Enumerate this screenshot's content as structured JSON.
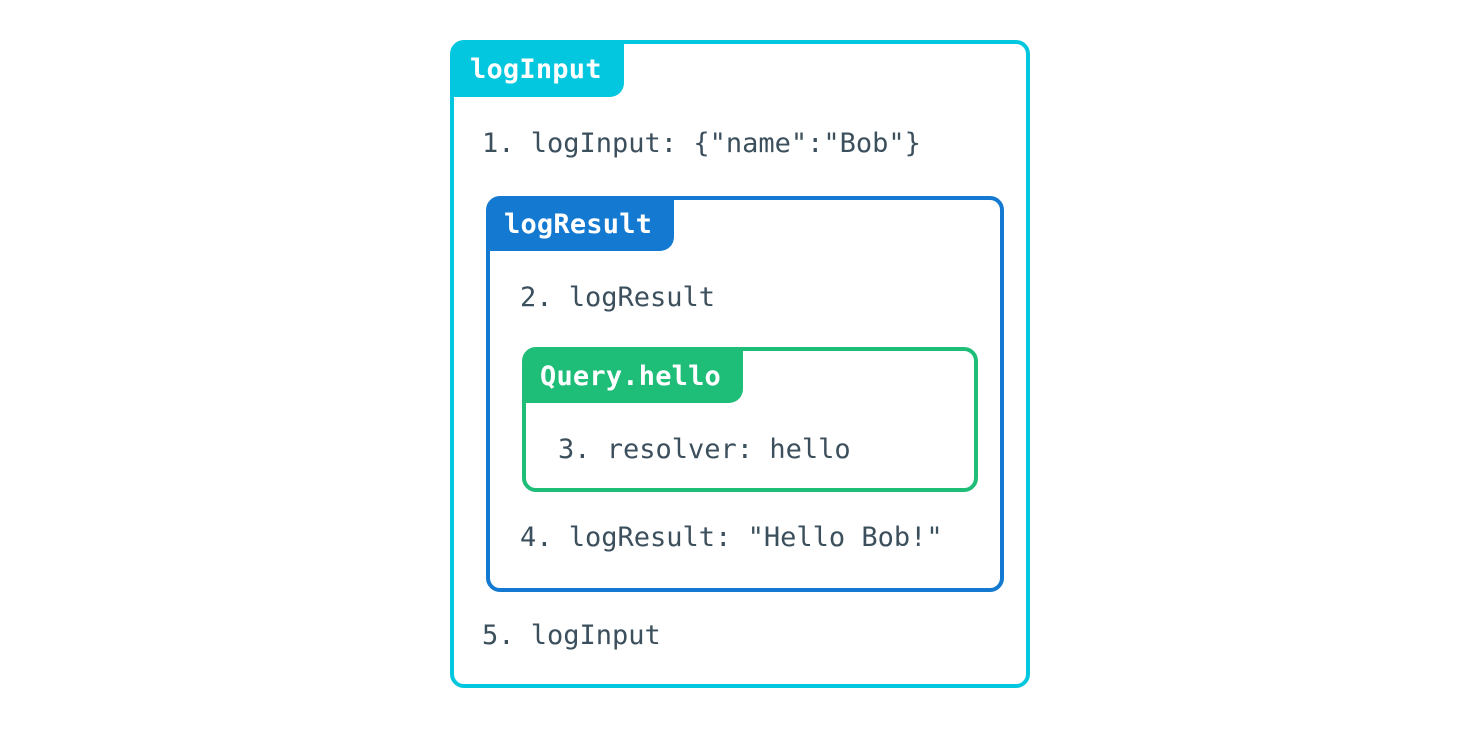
{
  "diagram": {
    "type": "nested-scope-trace",
    "title_scope": "logInput",
    "text_color": "#3b4f5c",
    "background": "#ffffff",
    "scopes": [
      {
        "id": "logInput",
        "label": "logInput",
        "color": "#03c7de",
        "depth": 0
      },
      {
        "id": "logResult",
        "label": "logResult",
        "color": "#1479d1",
        "depth": 1
      },
      {
        "id": "Query.hello",
        "label": "Query.hello",
        "color": "#1ebd78",
        "depth": 2
      }
    ],
    "lines": [
      {
        "number": "1.",
        "text": "1. logInput: {\"name\":\"Bob\"}",
        "scope": "logInput"
      },
      {
        "number": "2.",
        "text": "2. logResult",
        "scope": "logResult"
      },
      {
        "number": "3.",
        "text": "3. resolver: hello",
        "scope": "Query.hello"
      },
      {
        "number": "4.",
        "text": "4. logResult: \"Hello Bob!\"",
        "scope": "logResult"
      },
      {
        "number": "5.",
        "text": "5. logInput",
        "scope": "logInput"
      }
    ]
  }
}
